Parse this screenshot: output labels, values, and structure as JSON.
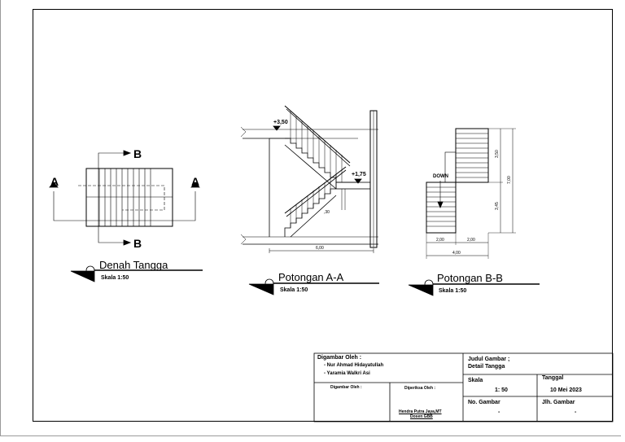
{
  "denah": {
    "title": "Denah Tangga",
    "scale": "Skala 1:50",
    "section_a": "A",
    "section_b": "B"
  },
  "potongan_aa": {
    "title": "Potongan A-A",
    "scale": "Skala 1:50",
    "level_top": "+3,50",
    "level_mid": "+1,75",
    "dim_width": "6,00",
    "dim_small": ",30"
  },
  "potongan_bb": {
    "title": "Potongan B-B",
    "scale": "Skala 1:50",
    "down_label": "DOWN",
    "dim_upper": "3,50",
    "dim_lower": "3,45",
    "dim_total": "7,00",
    "dim_bottom_left": "2,00",
    "dim_bottom_right": "2,00",
    "dim_bottom_total": "4,00"
  },
  "title_block": {
    "drawn_by_header": "Digambar Oleh :",
    "author1": "- Nur Ahmad Hidayatullah",
    "author2": "- Yaramia Walkri Asi",
    "drawn_by_label": "Digambar Oleh :",
    "checked_by_label": "Diperiksa Oleh :",
    "checker_name": "Hendra Putra Jaya,MT",
    "checker_role": "Dosen GBB",
    "drawing_title_label": "Judul Gambar ;",
    "drawing_title": "Detail Tangga",
    "scale_label": "Skala",
    "scale_value": "1: 50",
    "date_label": "Tanggal",
    "date_value": "10 Mei 2023",
    "drawing_no_label": "No. Gambar",
    "drawing_no_value": "-",
    "sheet_count_label": "Jlh. Gambar",
    "sheet_count_value": "-"
  }
}
